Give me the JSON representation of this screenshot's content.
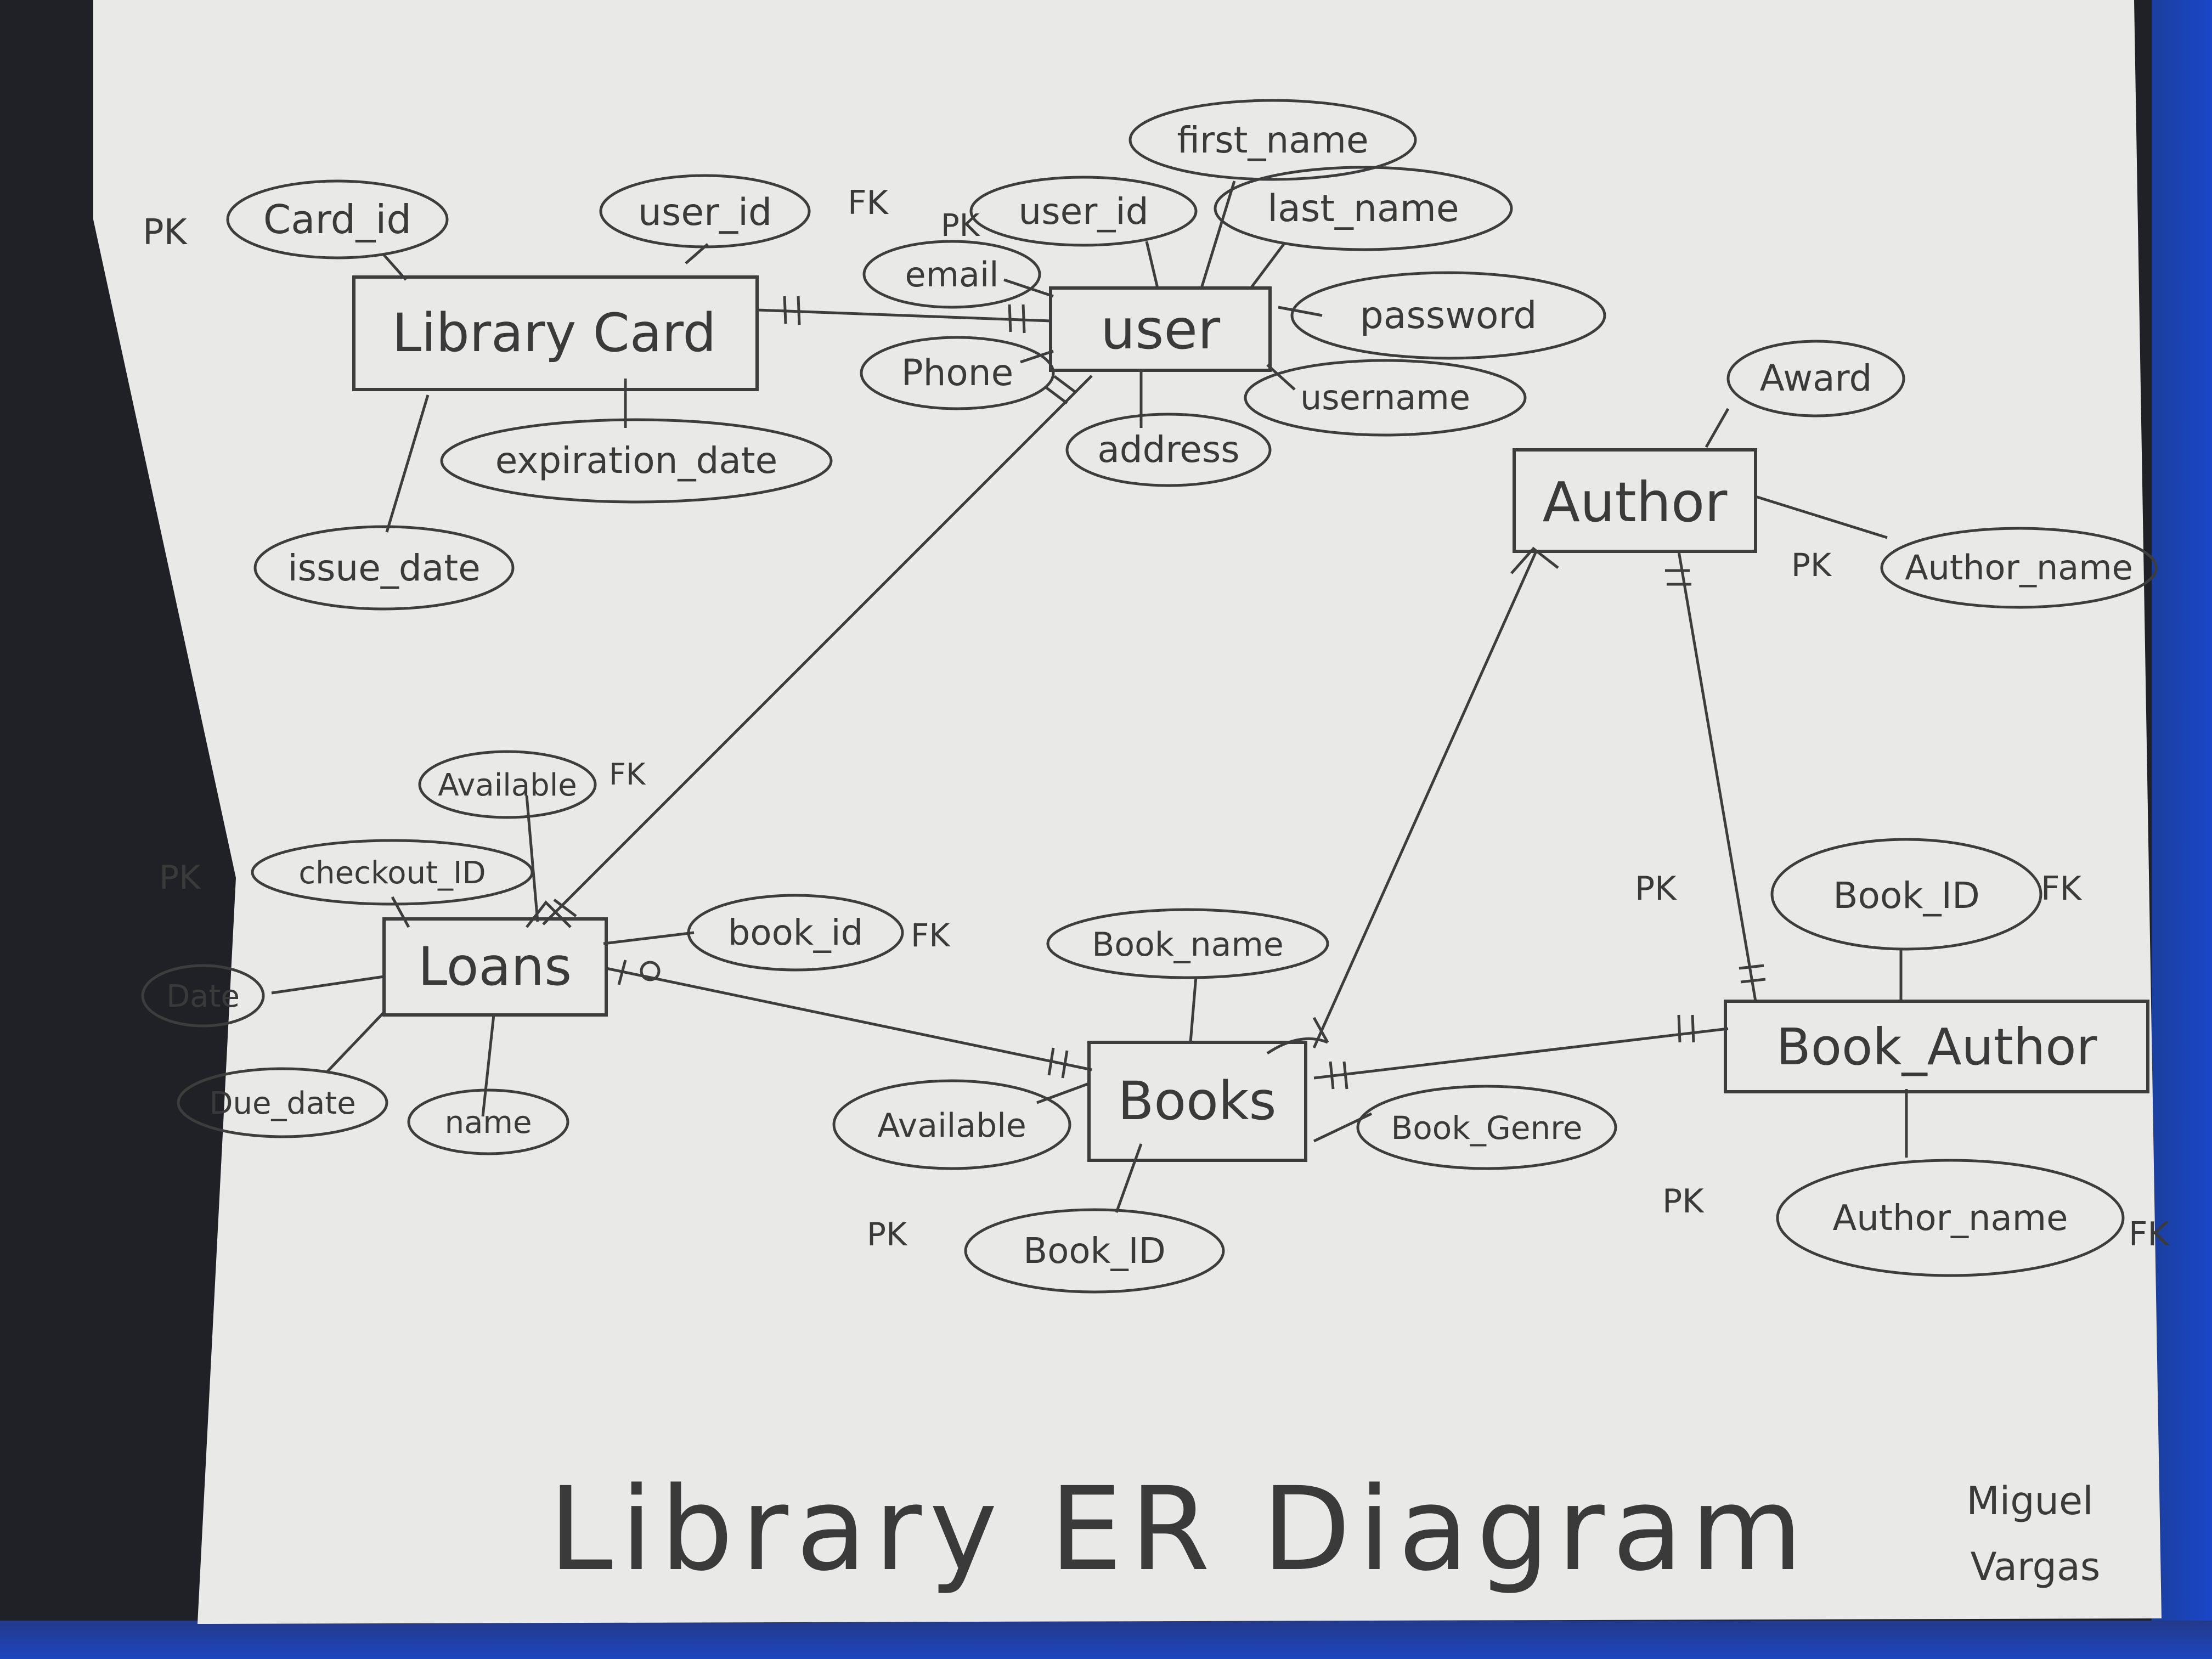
{
  "entities": [
    {
      "id": "library_card",
      "label": "Library Card"
    },
    {
      "id": "user",
      "label": "user"
    },
    {
      "id": "author",
      "label": "Author"
    },
    {
      "id": "loans",
      "label": "Loans"
    },
    {
      "id": "books",
      "label": "Books"
    },
    {
      "id": "book_author",
      "label": "Book_Author"
    }
  ],
  "attributes": {
    "card_id": "Card_id",
    "lc_user_id": "user_id",
    "expiration_date": "expiration_date",
    "issue_date": "issue_date",
    "first_name": "first_name",
    "u_user_id": "user_id",
    "last_name": "last_name",
    "email": "email",
    "password": "password",
    "phone": "Phone",
    "username": "username",
    "address": "address",
    "award": "Award",
    "author_name_a": "Author_name",
    "l_available": "Available",
    "checkout_id": "checkout_ID",
    "l_book_id": "book_id",
    "date": "Date",
    "due_date": "Due_date",
    "l_name": "name",
    "book_name": "Book_name",
    "b_available": "Available",
    "book_genre": "Book_Genre",
    "b_book_id": "Book_ID",
    "ba_book_id": "Book_ID",
    "ba_author_name": "Author_name"
  },
  "keys": {
    "pk": "PK",
    "fk": "FK"
  },
  "title": "Library ER Diagram",
  "signature": {
    "line1": "Miguel",
    "line2": "Vargas"
  }
}
